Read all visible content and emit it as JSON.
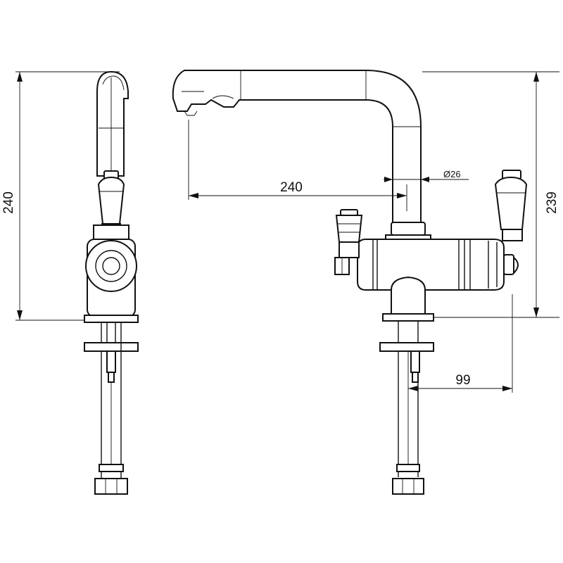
{
  "dimensions": {
    "side_height": "240",
    "spout_reach": "240",
    "pipe_diameter": "Ø26",
    "front_height": "239",
    "handle_offset": "99"
  }
}
